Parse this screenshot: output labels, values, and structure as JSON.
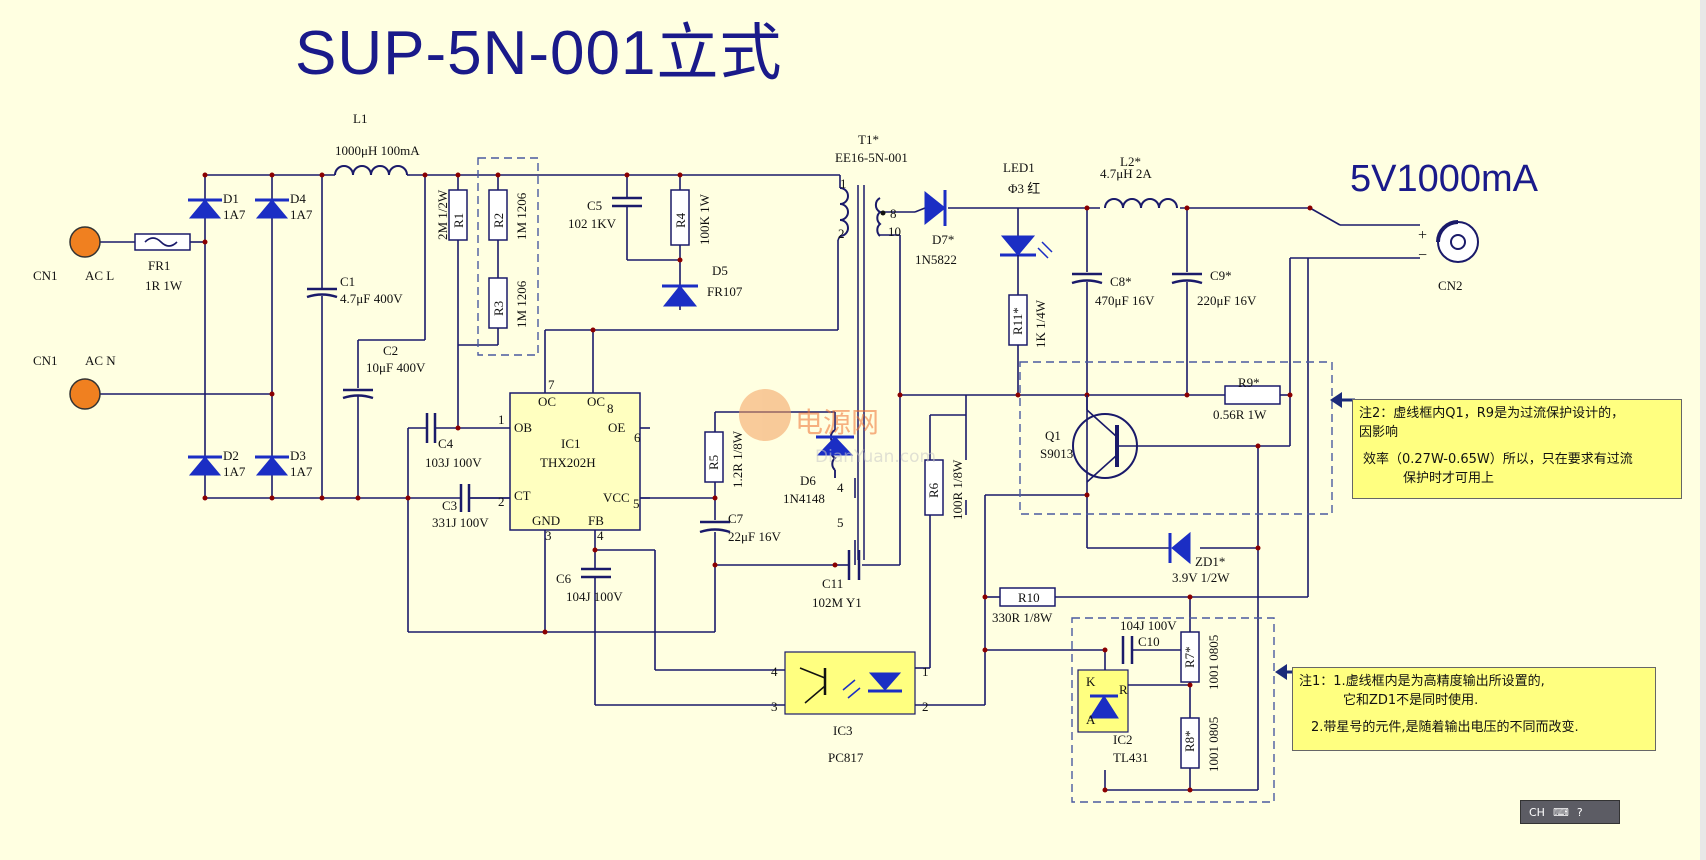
{
  "title": "SUP-5N-001立式",
  "spec": "5V1000mA",
  "labels": {
    "L1": "L1",
    "L1v": "1000μH 100mA",
    "D1": "D1",
    "D1v": "1A7",
    "D4": "D4",
    "D4v": "1A7",
    "D2": "D2",
    "D2v": "1A7",
    "D3": "D3",
    "D3v": "1A7",
    "CN1a": "CN1",
    "ACL": "AC L",
    "CN1b": "CN1",
    "ACN": "AC N",
    "FR1": "FR1",
    "FR1v": "1R 1W",
    "C1": "C1",
    "C1v": "4.7μF 400V",
    "C2": "C2",
    "C2v": "10μF 400V",
    "R1": "R1",
    "R1v": "2M 1/2W",
    "R2": "R2",
    "R2v": "1M 1206",
    "R3": "R3",
    "R3v": "1M 1206",
    "C5": "C5",
    "C5v": "102 1KV",
    "R4": "R4",
    "R4v": "100K 1W",
    "D5": "D5",
    "D5v": "FR107",
    "T1": "T1*",
    "T1v": "EE16-5N-001",
    "p1": "1",
    "p2": "2",
    "p8": "8",
    "p10": "10",
    "p4t": "4",
    "p5t": "5",
    "D7": "D7*",
    "D7v": "1N5822",
    "LED1": "LED1",
    "LED1v": "Φ3 红",
    "R11": "R11*",
    "R11v": "1K 1/4W",
    "L2": "L2*",
    "L2v": "4.7μH 2A",
    "C8": "C8*",
    "C8v": "470μF 16V",
    "C9": "C9*",
    "C9v": "220μF 16V",
    "CN2": "CN2",
    "plus": "+",
    "minus": "−",
    "C4": "C4",
    "C4v": "103J 100V",
    "C3": "C3",
    "C3v": "331J 100V",
    "IC1": "IC1",
    "IC1v": "THX202H",
    "OB": "OB",
    "OC": "OC",
    "OC2": "OC",
    "OE": "OE",
    "CT": "CT",
    "VCC": "VCC",
    "GND": "GND",
    "FB": "FB",
    "i1": "1",
    "i2": "2",
    "i3": "3",
    "i4": "4",
    "i5": "5",
    "i6": "6",
    "i7": "7",
    "i8": "8",
    "R5": "R5",
    "R5v": "1.2R 1/8W",
    "D6": "D6",
    "D6v": "1N4148",
    "C7": "C7",
    "C7v": "22μF 16V",
    "C11": "C11",
    "C11v": "102M Y1",
    "C6": "C6",
    "C6v": "104J 100V",
    "R6": "R6",
    "R6v": "100R 1/8W",
    "R9": "R9*",
    "R9v": "0.56R 1W",
    "Q1": "Q1",
    "Q1v": "S9013",
    "ZD1": "ZD1*",
    "ZD1v": "3.9V 1/2W",
    "R10": "R10",
    "R10v": "330R 1/8W",
    "C10": "C10",
    "C10v": "104J 100V",
    "R7": "R7*",
    "R7v": "1001 0805",
    "R8": "R8*",
    "R8v": "1001 0805",
    "IC2": "IC2",
    "IC2v": "TL431",
    "K": "K",
    "A": "A",
    "R": "R",
    "IC3": "IC3",
    "IC3v": "PC817",
    "o4": "4",
    "o3": "3",
    "o1": "1",
    "o2": "2",
    "wm1": "电源网",
    "wm2": "DianYuan.com"
  },
  "note2": {
    "l1": "注2：虚线框内Q1，R9是为过流保护设计的，",
    "l2": "因影响",
    "l3": "效率（0.27W-0.65W）所以，只在要求有过流",
    "l4": "保护时才可用上"
  },
  "note1": {
    "l1": "注1：1.虚线框内是为高精度输出所设置的,",
    "l2": "它和ZD1不是同时使用.",
    "l3": "2.带星号的元件,是随着输出电压的不同而改变."
  },
  "taskbar": {
    "text": "CH"
  }
}
